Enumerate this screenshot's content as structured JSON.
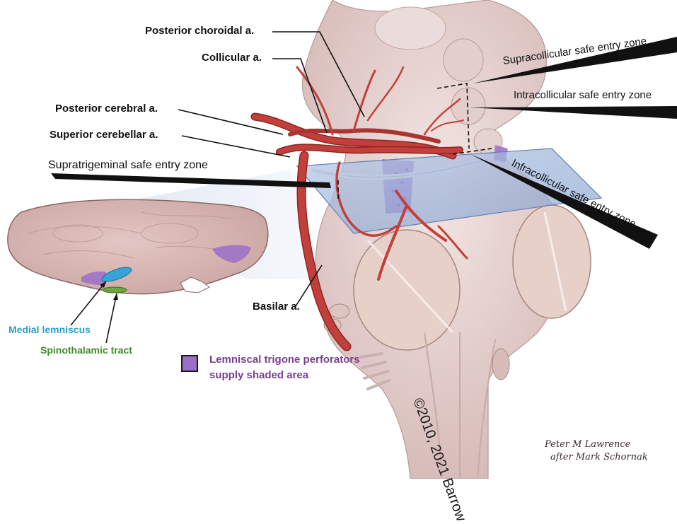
{
  "labels": {
    "posterior_choroidal": "Posterior choroidal a.",
    "collicular": "Collicular a.",
    "posterior_cerebral": "Posterior cerebral a.",
    "superior_cerebellar": "Superior cerebellar a.",
    "supratrigeminal_zone": "Supratrigeminal safe entry zone",
    "supracollicular_zone": "Supracollicular safe entry zone",
    "intracollicular_zone": "Intracollicular safe entry zone",
    "infracollicular_zone": "Infracollicular safe entry zone",
    "basilar": "Basilar a.",
    "medial_lemniscus": "Medial lemniscus",
    "spinothalamic_tract": "Spinothalamic tract"
  },
  "legend": {
    "text": "Lemniscal trigone perforators supply shaded area",
    "swatch_color": "#9b6fc9",
    "text_color": "#7a3f8f"
  },
  "copyright": "©2010, 2021 Barrow",
  "signature": {
    "line1": "Peter M Lawrence",
    "line2": "after Mark Schornak"
  },
  "colors": {
    "tissue": "#e9d6d3",
    "tissue_dark": "#c9a9a6",
    "artery": "#c2403c",
    "artery_dark": "#8e2421",
    "section_fill": "#d9b7b4",
    "plane": "#9fb7d9",
    "medial_lemniscus": "#36a3d9",
    "spinothalamic": "#6aaa3a",
    "medial_lemniscus_text": "#2aa0c8",
    "spinothalamic_text": "#3f8a2a",
    "purple_area": "#9b6fc9"
  }
}
